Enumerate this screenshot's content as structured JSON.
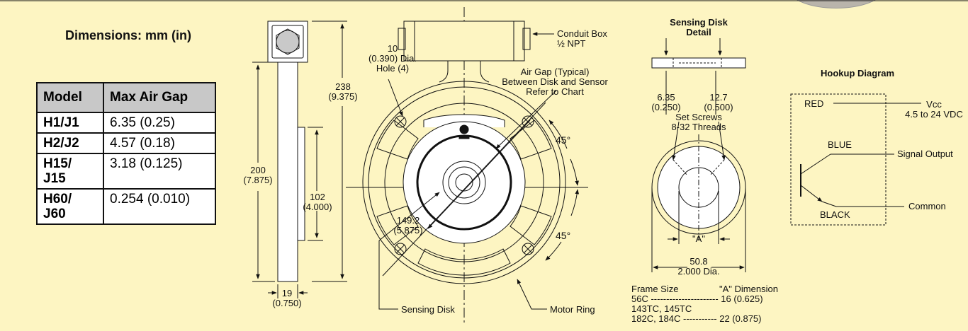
{
  "dimensions_title": "Dimensions: mm (in)",
  "air_gap_table": {
    "headers": [
      "Model",
      "Max Air Gap"
    ],
    "rows": [
      [
        "H1/J1",
        "6.35 (0.25)"
      ],
      [
        "H2/J2",
        "4.57 (0.18)"
      ],
      [
        "H15/\nJ15",
        "3.18 (0.125)"
      ],
      [
        "H60/\nJ60",
        "0.254 (0.010)"
      ]
    ]
  },
  "side_view": {
    "dim_238": "238\n(9.375)",
    "dim_200": "200\n(7.875)",
    "dim_102": "102\n(4.000)",
    "dim_19": "19\n(0.750)"
  },
  "front_view": {
    "conduit_box": "Conduit Box\n½ NPT",
    "hole": "10\n(0.390) Dia.\nHole (4)",
    "air_gap": "Air Gap (Typical)\nBetween Disk and Sensor\nRefer to Chart",
    "angle_top": "45°",
    "angle_bottom": "45°",
    "dim_149": "149.2\n(5.875)",
    "sensing_disk": "Sensing Disk",
    "motor_ring": "Motor Ring"
  },
  "disk_detail": {
    "title": "Sensing Disk\nDetail",
    "dim_635": "6.35\n(0.250)",
    "dim_127": "12.7\n(0.500)",
    "set_screws": "Set Screws\n8-32 Threads",
    "a_label": "\"A\"",
    "dim_508": "50.8\n2.000 Dia.",
    "frame_table": {
      "header_left": "Frame Size",
      "header_right": "\"A\" Dimension",
      "rows": [
        "56C ---------------------- 16 (0.625)",
        "143TC, 145TC",
        "182C, 184C ----------- 22 (0.875)"
      ]
    }
  },
  "hookup": {
    "title": "Hookup Diagram",
    "red": "RED",
    "vcc": "Vcc\n4.5 to 24 VDC",
    "blue": "BLUE",
    "signal": "Signal Output",
    "common": "Common",
    "black": "BLACK"
  }
}
